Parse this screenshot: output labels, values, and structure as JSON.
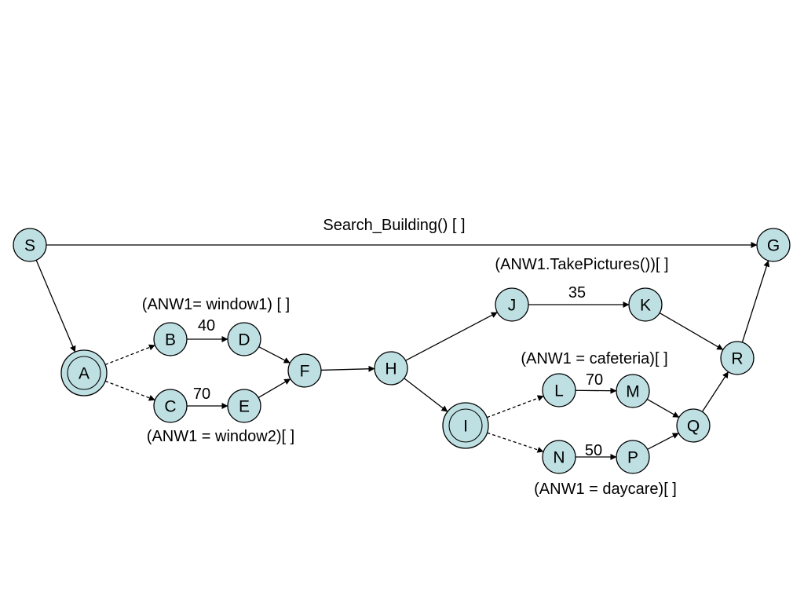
{
  "nodes": [
    {
      "id": "S",
      "label": "S",
      "double": false
    },
    {
      "id": "G",
      "label": "G",
      "double": false
    },
    {
      "id": "A",
      "label": "A",
      "double": true
    },
    {
      "id": "B",
      "label": "B",
      "double": false
    },
    {
      "id": "C",
      "label": "C",
      "double": false
    },
    {
      "id": "D",
      "label": "D",
      "double": false
    },
    {
      "id": "E",
      "label": "E",
      "double": false
    },
    {
      "id": "F",
      "label": "F",
      "double": false
    },
    {
      "id": "H",
      "label": "H",
      "double": false
    },
    {
      "id": "I",
      "label": "I",
      "double": true
    },
    {
      "id": "J",
      "label": "J",
      "double": false
    },
    {
      "id": "K",
      "label": "K",
      "double": false
    },
    {
      "id": "L",
      "label": "L",
      "double": false
    },
    {
      "id": "M",
      "label": "M",
      "double": false
    },
    {
      "id": "N",
      "label": "N",
      "double": false
    },
    {
      "id": "P",
      "label": "P",
      "double": false
    },
    {
      "id": "Q",
      "label": "Q",
      "double": false
    },
    {
      "id": "R",
      "label": "R",
      "double": false
    }
  ],
  "edges": [
    {
      "from": "S",
      "to": "G",
      "dashed": false
    },
    {
      "from": "S",
      "to": "A",
      "dashed": false
    },
    {
      "from": "A",
      "to": "B",
      "dashed": true
    },
    {
      "from": "A",
      "to": "C",
      "dashed": true
    },
    {
      "from": "B",
      "to": "D",
      "dashed": false
    },
    {
      "from": "C",
      "to": "E",
      "dashed": false
    },
    {
      "from": "D",
      "to": "F",
      "dashed": false
    },
    {
      "from": "E",
      "to": "F",
      "dashed": false
    },
    {
      "from": "F",
      "to": "H",
      "dashed": false
    },
    {
      "from": "H",
      "to": "J",
      "dashed": false
    },
    {
      "from": "H",
      "to": "I",
      "dashed": false
    },
    {
      "from": "J",
      "to": "K",
      "dashed": false
    },
    {
      "from": "K",
      "to": "R",
      "dashed": false
    },
    {
      "from": "I",
      "to": "L",
      "dashed": true
    },
    {
      "from": "I",
      "to": "N",
      "dashed": true
    },
    {
      "from": "L",
      "to": "M",
      "dashed": false
    },
    {
      "from": "N",
      "to": "P",
      "dashed": false
    },
    {
      "from": "M",
      "to": "Q",
      "dashed": false
    },
    {
      "from": "P",
      "to": "Q",
      "dashed": false
    },
    {
      "from": "Q",
      "to": "R",
      "dashed": false
    },
    {
      "from": "R",
      "to": "G",
      "dashed": false
    }
  ],
  "annotations": {
    "search_building": "Search_Building() [ ]",
    "take_pictures": "(ANW1.TakePictures())[ ]",
    "window1": "(ANW1= window1) [ ]",
    "window2": "(ANW1 = window2)[ ]",
    "cafeteria": "(ANW1 = cafeteria)[ ]",
    "daycare": "(ANW1 = daycare)[ ]",
    "cost_bd": "40",
    "cost_ce": "70",
    "cost_jk": "35",
    "cost_lm": "70",
    "cost_np": "50"
  }
}
